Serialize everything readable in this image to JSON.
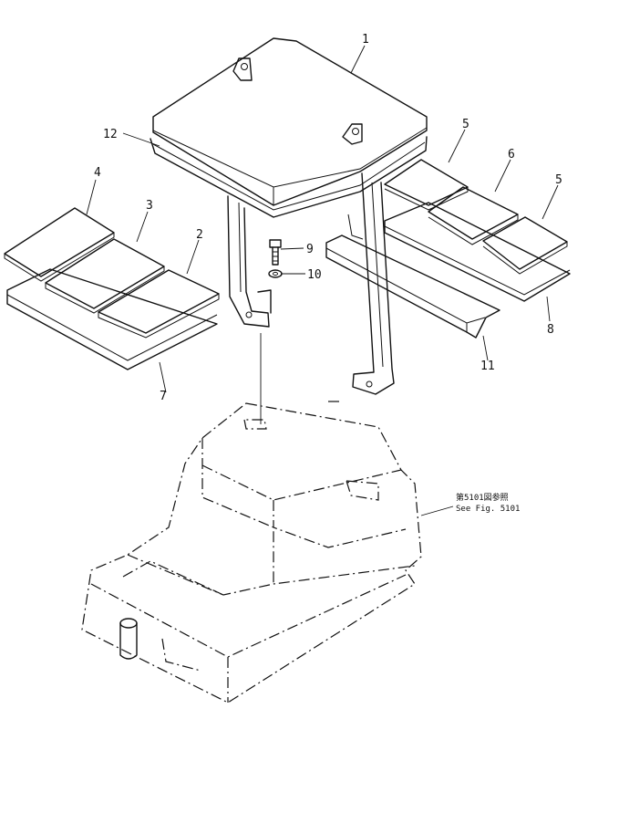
{
  "callouts": {
    "c1": "1",
    "c2": "2",
    "c3": "3",
    "c4": "4",
    "c5a": "5",
    "c5b": "5",
    "c6": "6",
    "c7": "7",
    "c8": "8",
    "c9": "9",
    "c10": "10",
    "c11": "11",
    "c12": "12"
  },
  "reference": {
    "jp_line": "第5101図参照",
    "en_line": "See Fig. 5101"
  }
}
